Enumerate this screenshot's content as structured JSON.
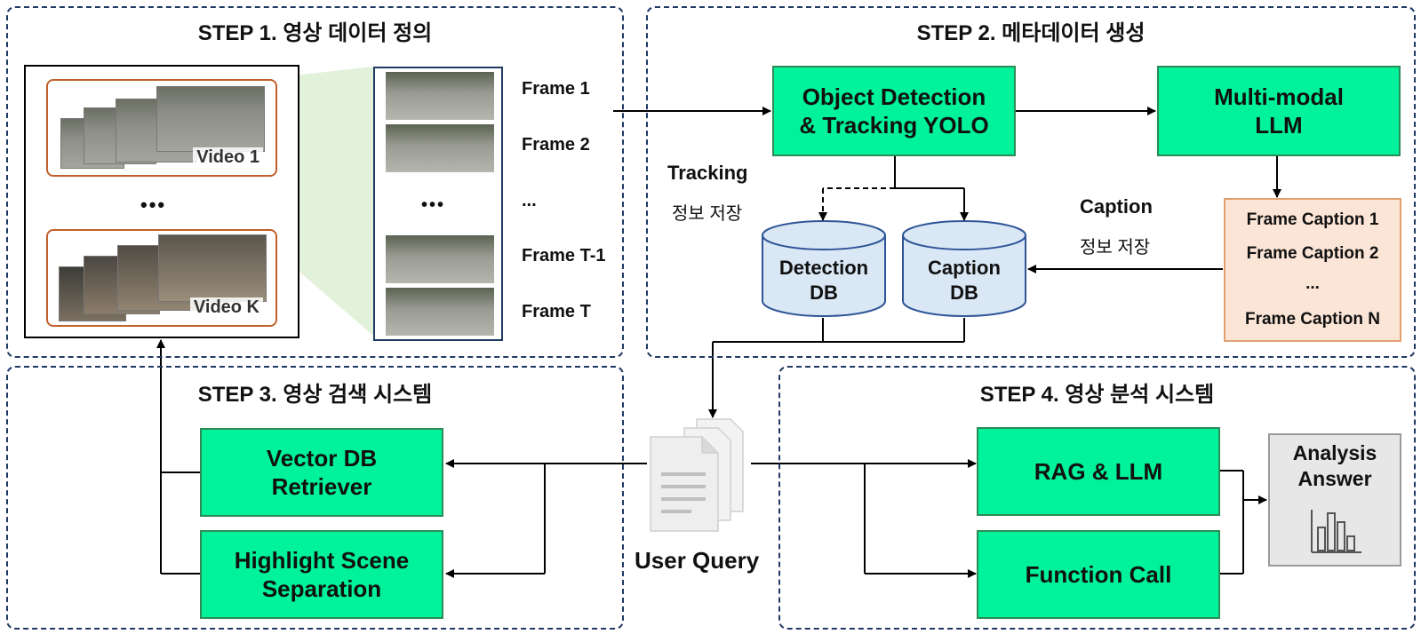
{
  "steps": {
    "step1_title": "STEP 1. 영상 데이터 정의",
    "step2_title": "STEP 2. 메타데이터 생성",
    "step3_title": "STEP 3. 영상 검색 시스템",
    "step4_title": "STEP 4. 영상 분석 시스템"
  },
  "step1": {
    "video1_label": "Video 1",
    "videoK_label": "Video K",
    "videos_ellipsis": "•••",
    "frames_ellipsis": "•••",
    "frame_labels": [
      "Frame 1",
      "Frame 2",
      "...",
      "Frame T-1",
      "Frame T"
    ]
  },
  "step2": {
    "detection_box": [
      "Object Detection",
      "& Tracking YOLO"
    ],
    "llm_box": [
      "Multi-modal",
      "LLM"
    ],
    "tracking_label": "Tracking",
    "tracking_label_kr": "정보 저장",
    "caption_label": "Caption",
    "caption_label_kr": "정보 저장",
    "detection_db": [
      "Detection",
      "DB"
    ],
    "caption_db": [
      "Caption",
      "DB"
    ],
    "frame_captions": [
      "Frame Caption 1",
      "Frame Caption 2",
      "...",
      "Frame Caption N"
    ]
  },
  "step3": {
    "retriever_box": [
      "Vector DB",
      "Retriever"
    ],
    "highlight_box": [
      "Highlight Scene",
      "Separation"
    ]
  },
  "query": {
    "label": "User Query"
  },
  "step4": {
    "rag_box": "RAG & LLM",
    "function_box": "Function Call",
    "answer_box": [
      "Analysis",
      "Answer"
    ]
  },
  "icons": [
    "document-stack-icon",
    "bar-chart-icon"
  ],
  "colors": {
    "green_box": "#00f29a",
    "green_border": "#2e8b57",
    "panel_border": "#1f3864",
    "db_fill": "#dae8f6",
    "caption_fill": "#fbe5d6",
    "video_border": "#c0602a"
  }
}
